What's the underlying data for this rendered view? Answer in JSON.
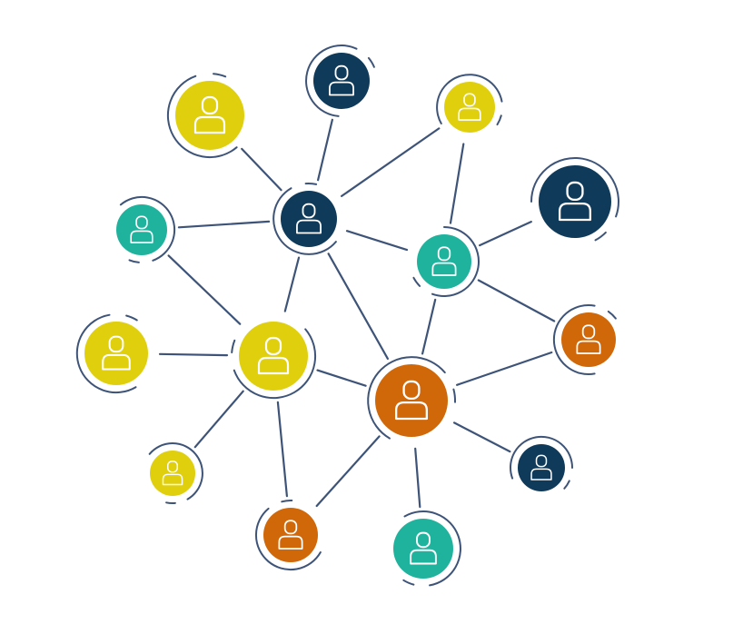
{
  "palette": {
    "edge": "#3d5478",
    "ring": "#3d5478",
    "icon_stroke": "#ffffff",
    "yellow": "#dfcf0d",
    "navy": "#0f3a5a",
    "teal": "#1fb39e",
    "orange": "#d06709"
  },
  "icon": "person-icon",
  "nodes": [
    {
      "id": "n1",
      "color": "yellow"
    },
    {
      "id": "n2",
      "color": "navy"
    },
    {
      "id": "n3",
      "color": "yellow"
    },
    {
      "id": "n4",
      "color": "teal"
    },
    {
      "id": "n5",
      "color": "navy"
    },
    {
      "id": "n6",
      "color": "navy"
    },
    {
      "id": "n7",
      "color": "teal"
    },
    {
      "id": "n8",
      "color": "yellow"
    },
    {
      "id": "n9",
      "color": "yellow"
    },
    {
      "id": "n10",
      "color": "orange"
    },
    {
      "id": "n11",
      "color": "orange"
    },
    {
      "id": "n12",
      "color": "yellow"
    },
    {
      "id": "n13",
      "color": "navy"
    },
    {
      "id": "n14",
      "color": "orange"
    },
    {
      "id": "n15",
      "color": "teal"
    }
  ],
  "edges": [
    [
      "n1",
      "n5"
    ],
    [
      "n2",
      "n5"
    ],
    [
      "n5",
      "n3"
    ],
    [
      "n4",
      "n5"
    ],
    [
      "n5",
      "n7"
    ],
    [
      "n5",
      "n9"
    ],
    [
      "n5",
      "n10"
    ],
    [
      "n3",
      "n7"
    ],
    [
      "n7",
      "n6"
    ],
    [
      "n7",
      "n10"
    ],
    [
      "n7",
      "n11"
    ],
    [
      "n4",
      "n9"
    ],
    [
      "n8",
      "n9"
    ],
    [
      "n9",
      "n10"
    ],
    [
      "n9",
      "n12"
    ],
    [
      "n9",
      "n14"
    ],
    [
      "n10",
      "n11"
    ],
    [
      "n10",
      "n13"
    ],
    [
      "n10",
      "n14"
    ],
    [
      "n10",
      "n15"
    ]
  ]
}
